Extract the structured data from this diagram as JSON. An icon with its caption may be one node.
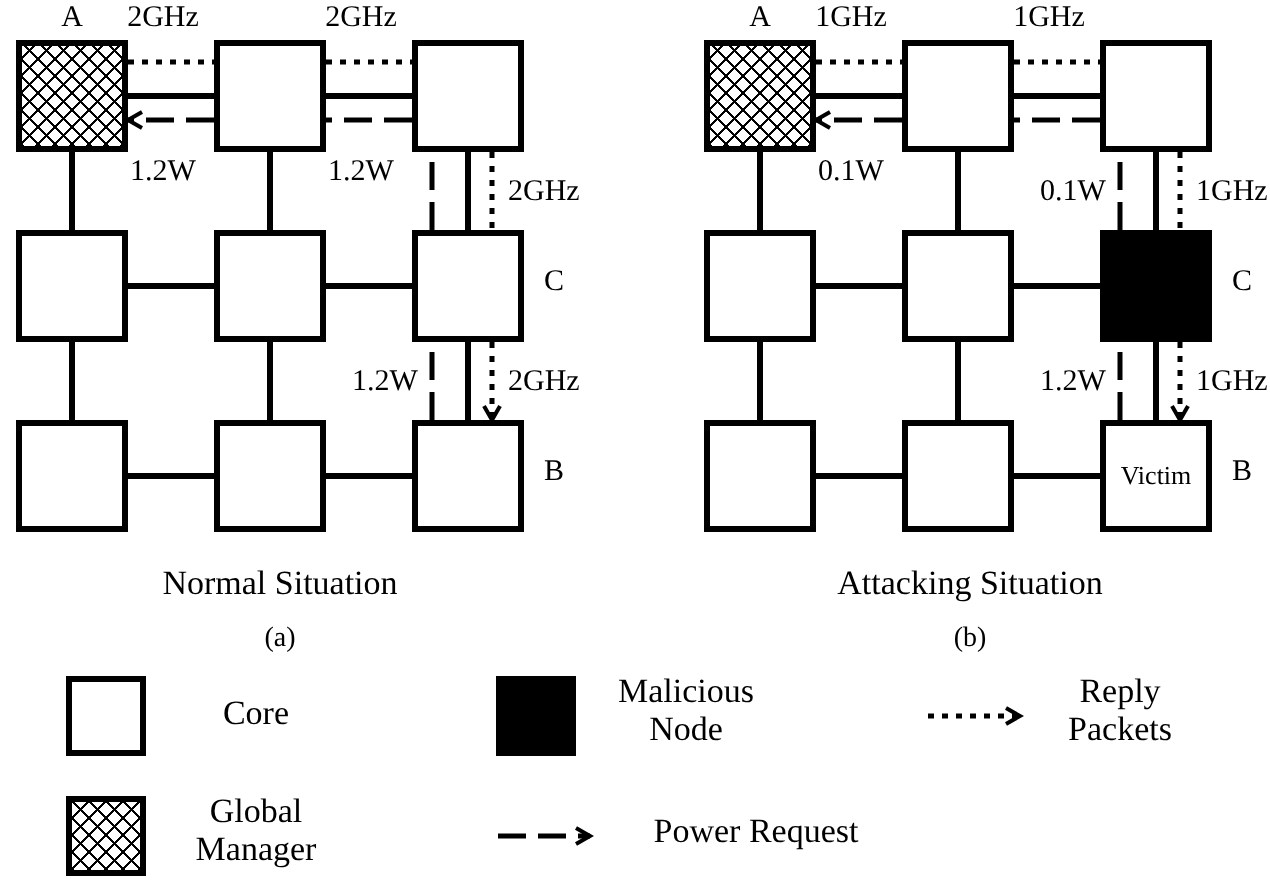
{
  "diagram": {
    "nodes": [
      {
        "text": [],
        "shape": "box",
        "beside": [
          "A"
        ]
      },
      {
        "text": [],
        "shape": "box"
      },
      {
        "text": [],
        "shape": "box"
      },
      {
        "text": [],
        "shape": "box"
      },
      {
        "text": [],
        "shape": "box"
      },
      {
        "text": [],
        "shape": "box",
        "beside": [
          "C"
        ]
      },
      {
        "text": [],
        "shape": "box"
      },
      {
        "text": [],
        "shape": "box"
      },
      {
        "text": [],
        "shape": "box",
        "beside": [
          "B"
        ]
      },
      {
        "text": [],
        "shape": "box",
        "beside": [
          "A"
        ]
      },
      {
        "text": [],
        "shape": "box"
      },
      {
        "text": [],
        "shape": "box"
      },
      {
        "text": [],
        "shape": "box"
      },
      {
        "text": [],
        "shape": "box"
      },
      {
        "text": [],
        "shape": "box",
        "beside": [
          "C"
        ]
      },
      {
        "text": [],
        "shape": "box"
      },
      {
        "text": [],
        "shape": "box"
      },
      {
        "text": [
          "Victim"
        ],
        "beside": [
          "B"
        ]
      }
    ],
    "edges": [
      {
        "from": 0,
        "to": 1,
        "arrow": "none"
      },
      {
        "from": 1,
        "to": 2,
        "arrow": "none"
      },
      {
        "from": 0,
        "to": 3,
        "arrow": "none"
      },
      {
        "from": 1,
        "to": 4,
        "arrow": "none"
      },
      {
        "from": 2,
        "to": 5,
        "arrow": "none"
      },
      {
        "from": 3,
        "to": 4,
        "arrow": "none"
      },
      {
        "from": 4,
        "to": 5,
        "arrow": "none"
      },
      {
        "from": 3,
        "to": 6,
        "arrow": "none"
      },
      {
        "from": 4,
        "to": 7,
        "arrow": "none"
      },
      {
        "from": 5,
        "to": 8,
        "arrow": "none"
      },
      {
        "from": 6,
        "to": 7,
        "arrow": "none"
      },
      {
        "from": 7,
        "to": 8,
        "arrow": "none"
      },
      {
        "from": 0,
        "to": 1,
        "arrow": "none",
        "style": "dashed",
        "label": "2GHz"
      },
      {
        "from": 1,
        "to": 2,
        "arrow": "none",
        "style": "dashed",
        "label": "2GHz"
      },
      {
        "from": 2,
        "to": 5,
        "arrow": "none",
        "style": "dashed",
        "label": "2GHz"
      },
      {
        "from": 5,
        "to": 8,
        "arrow": "to",
        "style": "dashed",
        "label": "2GHz"
      },
      {
        "from": 8,
        "to": 5,
        "arrow": "none",
        "style": "dashed",
        "label": "1.2W"
      },
      {
        "from": 5,
        "to": 2,
        "arrow": "none",
        "style": "dashed"
      },
      {
        "from": 2,
        "to": 1,
        "arrow": "none",
        "style": "dashed",
        "label": "1.2W"
      },
      {
        "from": 1,
        "to": 0,
        "arrow": "to",
        "style": "dashed",
        "label": "1.2W"
      },
      {
        "from": 9,
        "to": 10,
        "arrow": "none"
      },
      {
        "from": 10,
        "to": 11,
        "arrow": "none"
      },
      {
        "from": 9,
        "to": 12,
        "arrow": "none"
      },
      {
        "from": 10,
        "to": 13,
        "arrow": "none"
      },
      {
        "from": 11,
        "to": 14,
        "arrow": "none"
      },
      {
        "from": 12,
        "to": 13,
        "arrow": "none"
      },
      {
        "from": 13,
        "to": 14,
        "arrow": "none"
      },
      {
        "from": 12,
        "to": 15,
        "arrow": "none"
      },
      {
        "from": 13,
        "to": 16,
        "arrow": "none"
      },
      {
        "from": 14,
        "to": 17,
        "arrow": "none"
      },
      {
        "from": 15,
        "to": 16,
        "arrow": "none"
      },
      {
        "from": 16,
        "to": 17,
        "arrow": "none"
      },
      {
        "from": 9,
        "to": 10,
        "arrow": "none",
        "style": "dashed",
        "label": "1GHz"
      },
      {
        "from": 10,
        "to": 11,
        "arrow": "none",
        "style": "dashed",
        "label": "1GHz"
      },
      {
        "from": 11,
        "to": 14,
        "arrow": "none",
        "style": "dashed",
        "label": "1GHz"
      },
      {
        "from": 14,
        "to": 17,
        "arrow": "to",
        "style": "dashed",
        "label": "1GHz"
      },
      {
        "from": 17,
        "to": 14,
        "arrow": "none",
        "style": "dashed",
        "label": "1.2W"
      },
      {
        "from": 14,
        "to": 11,
        "arrow": "none",
        "style": "dashed",
        "label": "0.1W"
      },
      {
        "from": 11,
        "to": 10,
        "arrow": "none",
        "style": "dashed"
      },
      {
        "from": 10,
        "to": 9,
        "arrow": "to",
        "style": "dashed",
        "label": "0.1W"
      }
    ],
    "labels": [
      "Normal Situation",
      "(a)",
      "Attacking Situation",
      "(b)"
    ],
    "legend": [
      {
        "text": "Core"
      },
      {
        "text": "Malicious Node",
        "color": "#000000"
      },
      {
        "text": "Reply Packets"
      },
      {
        "text": "Global Manager"
      },
      {
        "text": "Power Request"
      }
    ]
  }
}
